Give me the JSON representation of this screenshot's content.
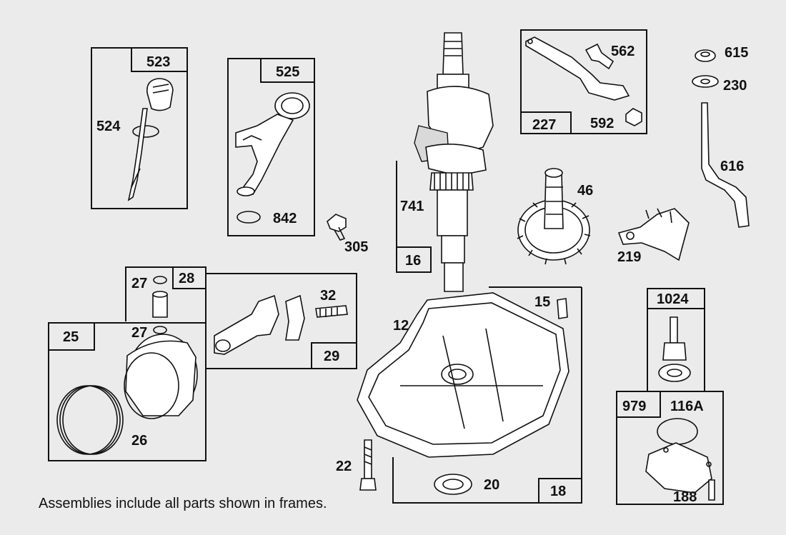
{
  "labels": {
    "l523": "523",
    "l524": "524",
    "l525": "525",
    "l842": "842",
    "l305": "305",
    "l741": "741",
    "l16": "16",
    "l562": "562",
    "l227": "227",
    "l592": "592",
    "l615": "615",
    "l230": "230",
    "l616": "616",
    "l46": "46",
    "l219": "219",
    "l27a": "27",
    "l28": "28",
    "l32": "32",
    "l25": "25",
    "l27b": "27",
    "l29": "29",
    "l26": "26",
    "l15": "15",
    "l12": "12",
    "l22": "22",
    "l20": "20",
    "l18": "18",
    "l1024": "1024",
    "l979": "979",
    "l116A": "116A",
    "l188": "188"
  },
  "footnote": "Assemblies include all parts shown in frames."
}
